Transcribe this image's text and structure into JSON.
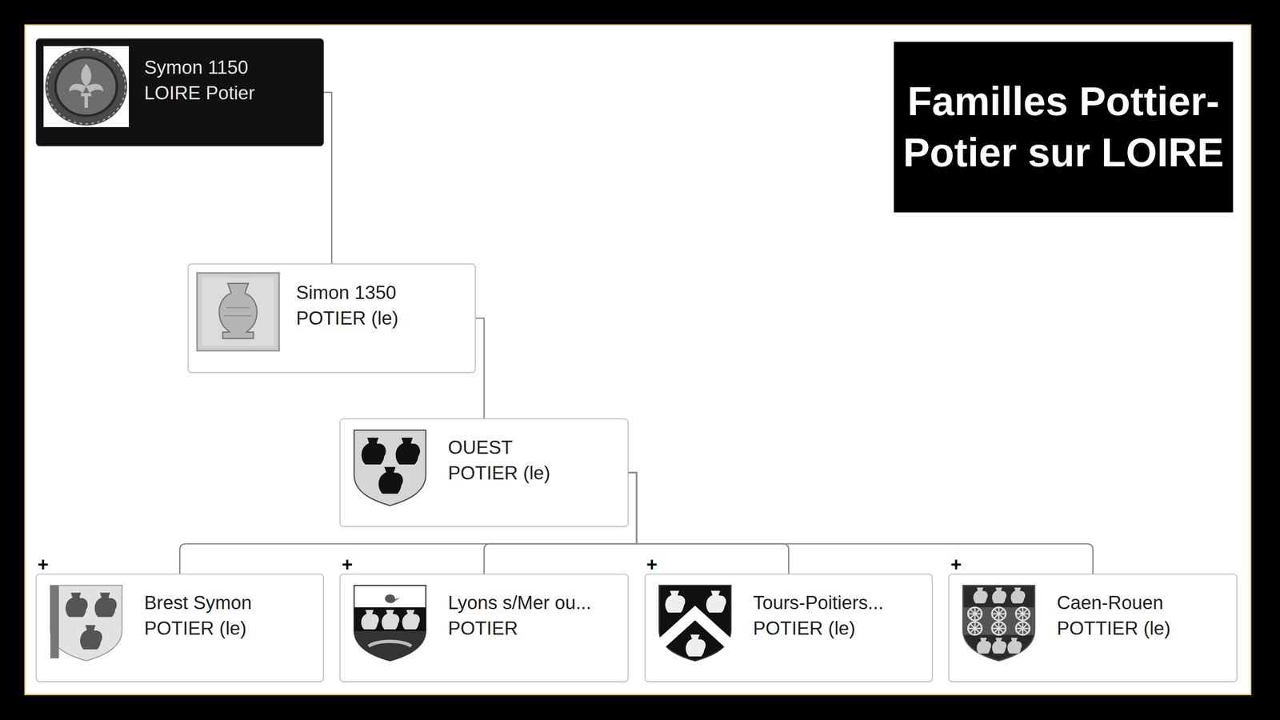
{
  "diagram": {
    "title": "Familles Pottier-Potier sur LOIRE",
    "nodes": [
      {
        "text": [
          "Symon 1150",
          "LOIRE Potier"
        ]
      },
      {
        "text": [
          "Simon 1350",
          "POTIER (le)"
        ]
      },
      {
        "text": [
          "OUEST",
          "POTIER (le)"
        ]
      },
      {
        "text": [
          "Brest Symon",
          "POTIER (le)"
        ]
      },
      {
        "text": [
          "Lyons s/Mer ou...",
          "POTIER"
        ]
      },
      {
        "text": [
          "Tours-Poitiers...",
          "POTIER (le)"
        ]
      },
      {
        "text": [
          "Caen-Rouen",
          "POTTIER (le)"
        ]
      }
    ],
    "edges": [
      {
        "from": 0,
        "to": 1,
        "arrow": "none"
      },
      {
        "from": 1,
        "to": 2,
        "arrow": "none"
      },
      {
        "from": 2,
        "to": 3,
        "arrow": "none"
      },
      {
        "from": 2,
        "to": 4,
        "arrow": "none"
      },
      {
        "from": 2,
        "to": 5,
        "arrow": "none"
      },
      {
        "from": 2,
        "to": 6,
        "arrow": "none"
      }
    ],
    "labels": [
      "+",
      "+",
      "+",
      "+"
    ]
  }
}
